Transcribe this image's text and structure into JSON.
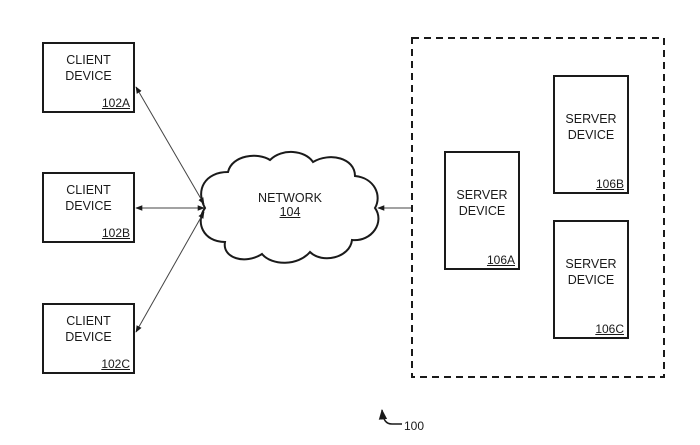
{
  "figure_ref": "100",
  "clients": [
    {
      "title_line1": "CLIENT",
      "title_line2": "DEVICE",
      "ref": "102A"
    },
    {
      "title_line1": "CLIENT",
      "title_line2": "DEVICE",
      "ref": "102B"
    },
    {
      "title_line1": "CLIENT",
      "title_line2": "DEVICE",
      "ref": "102C"
    }
  ],
  "network": {
    "title": "NETWORK",
    "ref": "104"
  },
  "servers": [
    {
      "title_line1": "SERVER",
      "title_line2": "DEVICE",
      "ref": "106A"
    },
    {
      "title_line1": "SERVER",
      "title_line2": "DEVICE",
      "ref": "106B"
    },
    {
      "title_line1": "SERVER",
      "title_line2": "DEVICE",
      "ref": "106C"
    }
  ]
}
